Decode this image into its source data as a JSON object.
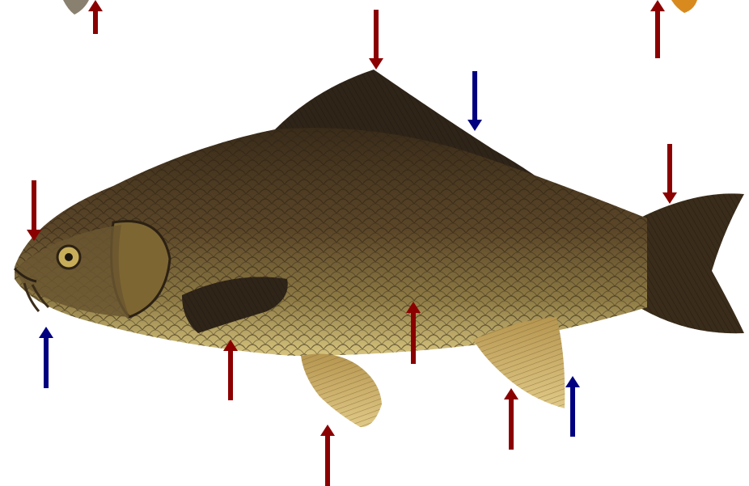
{
  "image": {
    "subject": "fish-illustration",
    "palette": {
      "background": "#ffffff",
      "body_dark": "#3b2e1c",
      "body_mid": "#5e4a2c",
      "belly": "#c9b46a",
      "fin_light": "#c8a95a",
      "fin_dark": "#2f2418"
    }
  },
  "arrows": {
    "colors": {
      "red": "#8b0000",
      "blue": "#000080"
    },
    "items": [
      {
        "id": "top-left-edge",
        "color": "red",
        "direction": "up"
      },
      {
        "id": "dorsal-fin-front",
        "color": "red",
        "direction": "down"
      },
      {
        "id": "dorsal-fin-rear",
        "color": "blue",
        "direction": "down"
      },
      {
        "id": "top-right-edge",
        "color": "red",
        "direction": "up"
      },
      {
        "id": "head",
        "color": "red",
        "direction": "down"
      },
      {
        "id": "tail-base",
        "color": "red",
        "direction": "down"
      },
      {
        "id": "barbel",
        "color": "blue",
        "direction": "up"
      },
      {
        "id": "pectoral-fin",
        "color": "red",
        "direction": "up"
      },
      {
        "id": "lateral-line",
        "color": "red",
        "direction": "up"
      },
      {
        "id": "pelvic-fin",
        "color": "red",
        "direction": "up"
      },
      {
        "id": "anal-fin",
        "color": "red",
        "direction": "up"
      },
      {
        "id": "anal-fin-rear",
        "color": "blue",
        "direction": "up"
      }
    ]
  }
}
